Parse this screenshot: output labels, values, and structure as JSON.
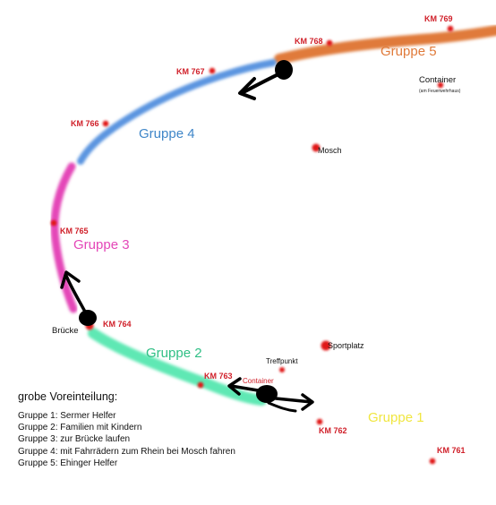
{
  "colors": {
    "group1": "#f0e640",
    "group2": "#2fbf85",
    "group2_line": "#5fe8b4",
    "group3": "#e447b8",
    "group4": "#3f86c8",
    "group4_line": "#5b95e0",
    "group5": "#e07a3a",
    "marker": "#e01818",
    "arrow": "#000000"
  },
  "km_markers": [
    {
      "label": "KM 769"
    },
    {
      "label": "KM 768"
    },
    {
      "label": "KM 767"
    },
    {
      "label": "KM 766"
    },
    {
      "label": "KM 765"
    },
    {
      "label": "KM 764"
    },
    {
      "label": "KM 763"
    },
    {
      "label": "KM 762"
    },
    {
      "label": "KM 761"
    }
  ],
  "groups": [
    {
      "label": "Gruppe 1"
    },
    {
      "label": "Gruppe 2"
    },
    {
      "label": "Gruppe 3"
    },
    {
      "label": "Gruppe 4"
    },
    {
      "label": "Gruppe 5"
    }
  ],
  "places": {
    "container_top": "Container",
    "container_top_sub": "(am Feuerwehrhaus)",
    "mosch": "Mosch",
    "sportplatz": "Sportplatz",
    "treffpunkt": "Treffpunkt",
    "container_bottom": "Container",
    "bruecke": "Brücke"
  },
  "legend": {
    "title": "grobe Voreinteilung:",
    "items": [
      "Gruppe 1: Sermer Helfer",
      "Gruppe 2: Familien mit Kindern",
      "Gruppe 3: zur Brücke laufen",
      "Gruppe 4: mit Fahrrädern zum Rhein bei Mosch fahren",
      "Gruppe 5: Ehinger Helfer"
    ]
  }
}
